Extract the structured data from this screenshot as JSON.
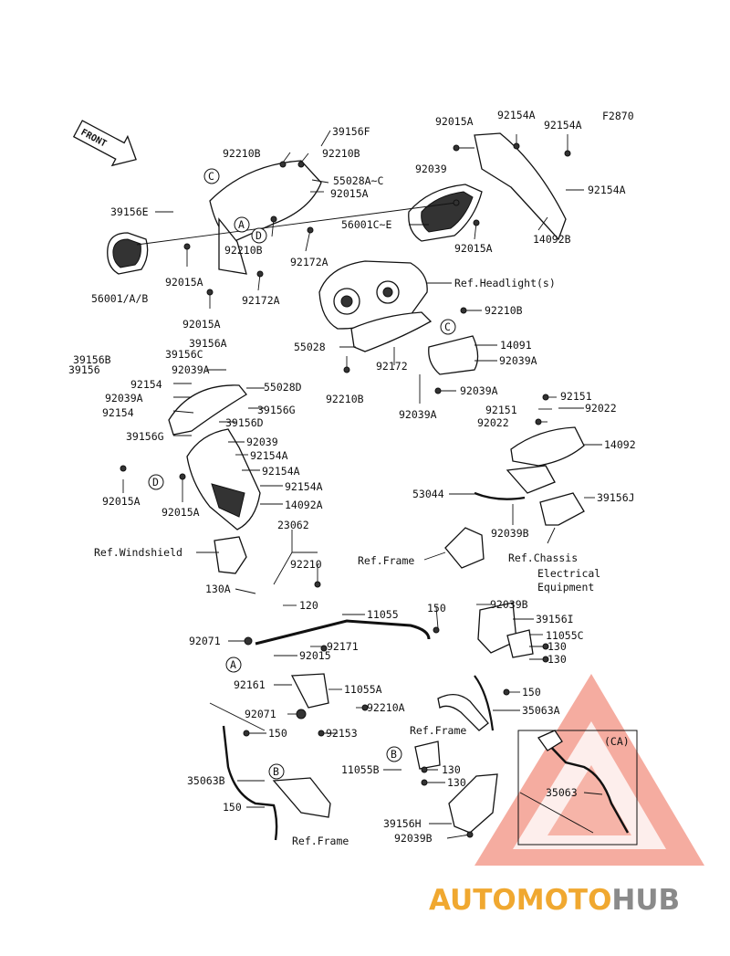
{
  "figure_code": "F2870",
  "front_arrow_label": "FRONT",
  "watermark": {
    "part1": "AUTO",
    "part2": "MOTO",
    "part3": "HUB"
  },
  "callouts": {
    "A": "A",
    "B": "B",
    "C": "C",
    "D": "D",
    "CA": "(CA)"
  },
  "labels": [
    "39156F",
    "92210B",
    "92210B",
    "92015A",
    "92154A",
    "92154A",
    "92039",
    "92154A",
    "55028A~C",
    "92015A",
    "39156E",
    "56001C~E",
    "92210B",
    "92172A",
    "92015A",
    "14092B",
    "56001/A/B",
    "92015A",
    "92172A",
    "92015A",
    "Ref.Headlight(s)",
    "92210B",
    "39156A",
    "39156B",
    "39156C",
    "39156",
    "92039A",
    "55028D",
    "92154",
    "92039A",
    "39156G",
    "92154",
    "39156D",
    "39156G",
    "55028",
    "92172",
    "14091",
    "92039A",
    "92210B",
    "92039A",
    "92039A",
    "92151",
    "92151",
    "92022",
    "92022",
    "14092",
    "92039",
    "92154A",
    "92154A",
    "92015A",
    "92154A",
    "92015A",
    "14092A",
    "53044",
    "39156J",
    "92039B",
    "23062",
    "Ref.Windshield",
    "Ref.Frame",
    "Ref.Chassis",
    "Electrical",
    "Equipment",
    "92210",
    "130A",
    "120",
    "11055",
    "150",
    "92039B",
    "39156I",
    "11055C",
    "130",
    "130",
    "92071",
    "92015",
    "92171",
    "92161",
    "11055A",
    "150",
    "35063A",
    "92071",
    "92210A",
    "Ref.Frame",
    "150",
    "92153",
    "130",
    "11055B",
    "130",
    "35063B",
    "35063",
    "150",
    "Ref.Frame",
    "39156H",
    "92039B"
  ]
}
